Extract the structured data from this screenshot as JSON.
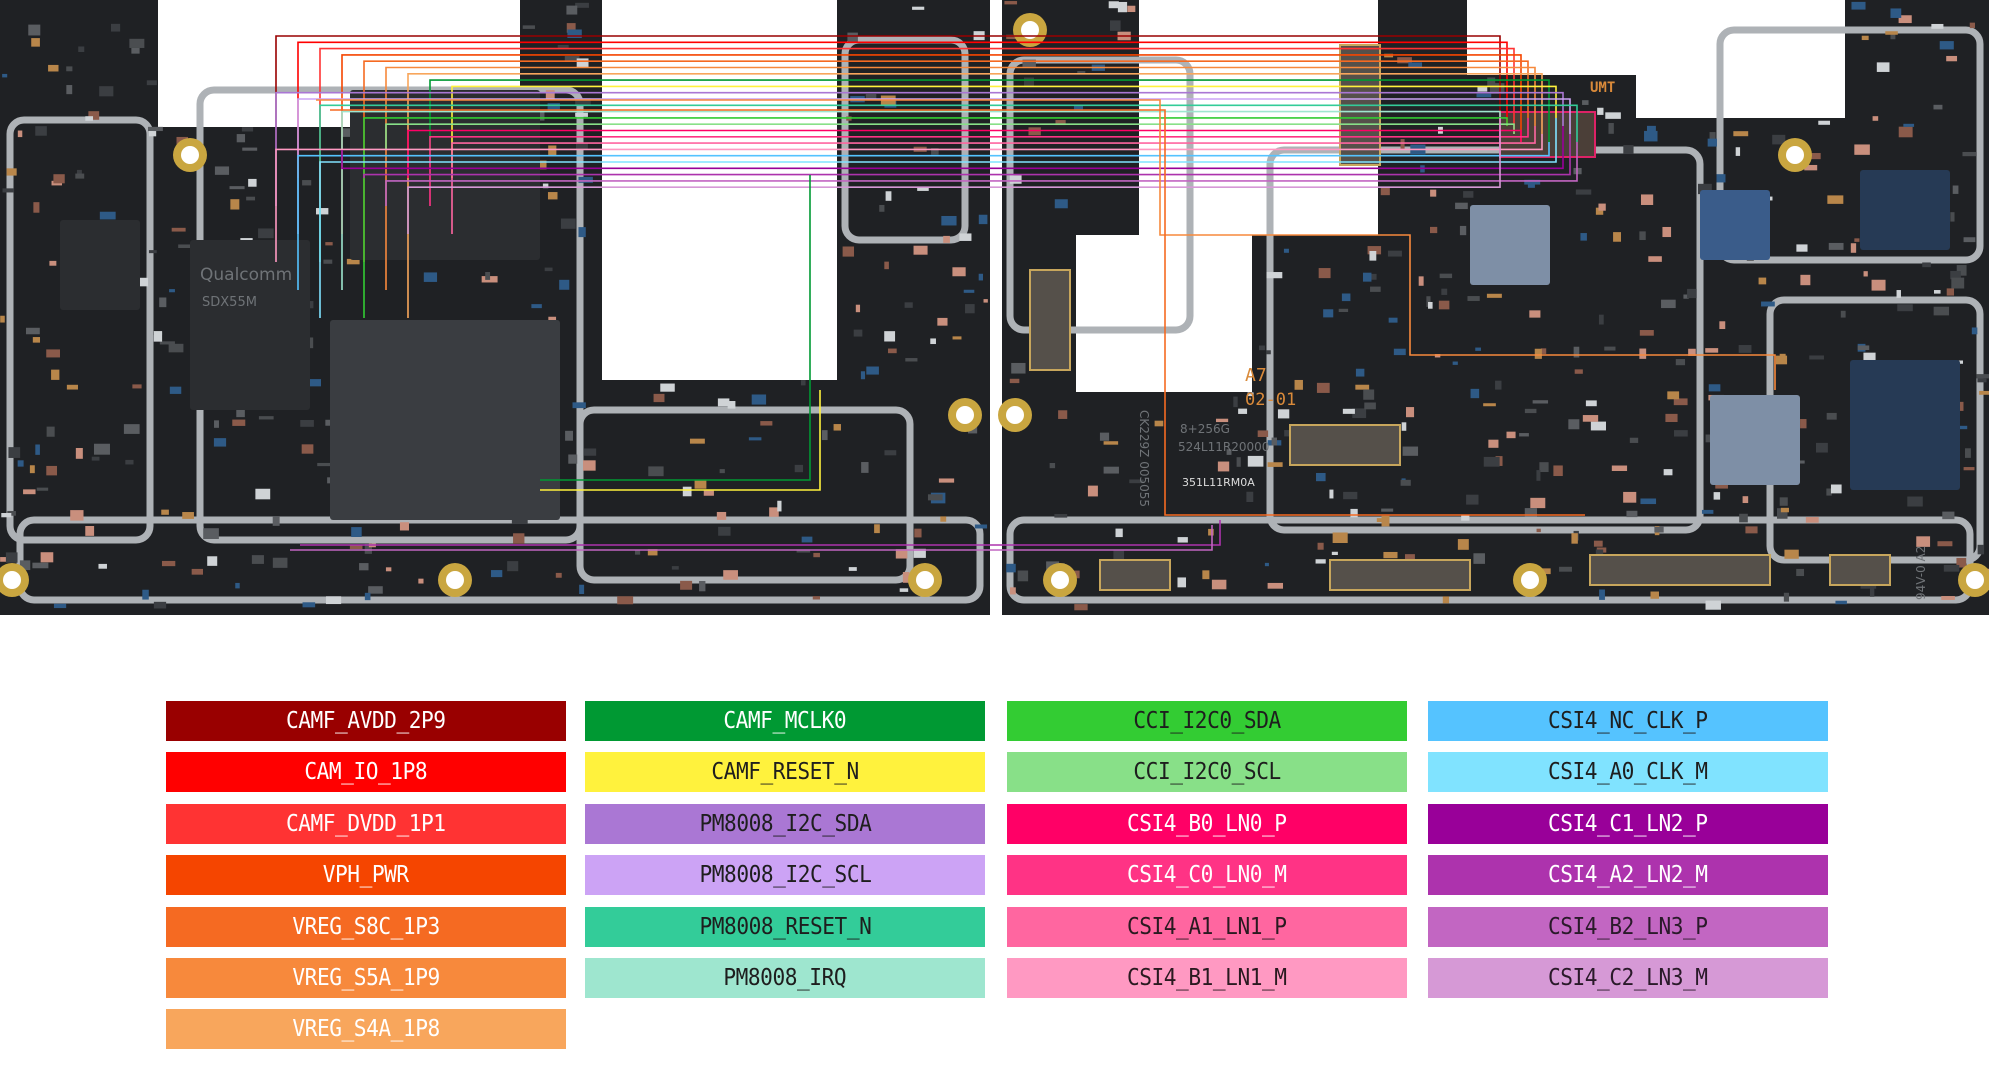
{
  "board": {
    "labels": {
      "rev": "A7",
      "date": "02-01",
      "maker": "UMT",
      "part_a": "351L11RM0A",
      "part_b": "524L11R20000",
      "lot": "CK229Z 005055",
      "mem": "8+256G",
      "chip_brand": "Qualcomm",
      "chip_model": "SDX55M",
      "rating": "94V-0 A2"
    },
    "colors": {
      "pcb": "#1f2124",
      "frame": "#b9bcbf",
      "pad": "#d9b24a",
      "white": "#ffffff"
    }
  },
  "legend": {
    "columns": [
      [
        {
          "label": "CAMF_AVDD_2P9",
          "color": "#990000",
          "text_color": "#ffffff"
        },
        {
          "label": "CAM_IO_1P8",
          "color": "#ff0000",
          "text_color": "#ffffff"
        },
        {
          "label": "CAMF_DVDD_1P1",
          "color": "#ff3333",
          "text_color": "#ffffff"
        },
        {
          "label": "VPH_PWR",
          "color": "#f54500",
          "text_color": "#ffffff"
        },
        {
          "label": "VREG_S8C_1P3",
          "color": "#f56a22",
          "text_color": "#ffffff"
        },
        {
          "label": "VREG_S5A_1P9",
          "color": "#f7893c",
          "text_color": "#ffffff"
        },
        {
          "label": "VREG_S4A_1P8",
          "color": "#f8a65c",
          "text_color": "#ffffff"
        }
      ],
      [
        {
          "label": "CAMF_MCLK0",
          "color": "#009933",
          "text_color": "#ffffff"
        },
        {
          "label": "CAMF_RESET_N",
          "color": "#fff23d",
          "text_color": "#1e1e1e"
        },
        {
          "label": "PM8008_I2C_SDA",
          "color": "#aa77d4",
          "text_color": "#1e1e1e"
        },
        {
          "label": "PM8008_I2C_SCL",
          "color": "#cca3f5",
          "text_color": "#1e1e1e"
        },
        {
          "label": "PM8008_RESET_N",
          "color": "#33cc99",
          "text_color": "#1e1e1e"
        },
        {
          "label": "PM8008_IRQ",
          "color": "#9ee6cf",
          "text_color": "#1e1e1e"
        }
      ],
      [
        {
          "label": "CCI_I2C0_SDA",
          "color": "#33cc33",
          "text_color": "#1e1e1e"
        },
        {
          "label": "CCI_I2C0_SCL",
          "color": "#88e088",
          "text_color": "#1e1e1e"
        },
        {
          "label": "CSI4_B0_LN0_P",
          "color": "#ff0066",
          "text_color": "#ffffff"
        },
        {
          "label": "CSI4_C0_LN0_M",
          "color": "#ff3385",
          "text_color": "#ffffff"
        },
        {
          "label": "CSI4_A1_LN1_P",
          "color": "#ff66a0",
          "text_color": "#2a1a20"
        },
        {
          "label": "CSI4_B1_LN1_M",
          "color": "#ff99c2",
          "text_color": "#2a1a20"
        }
      ],
      [
        {
          "label": "CSI4_NC_CLK_P",
          "color": "#55c3ff",
          "text_color": "#1e1e1e"
        },
        {
          "label": "CSI4_A0_CLK_M",
          "color": "#80e3ff",
          "text_color": "#1e1e1e"
        },
        {
          "label": "CSI4_C1_LN2_P",
          "color": "#990099",
          "text_color": "#ffffff"
        },
        {
          "label": "CSI4_A2_LN2_M",
          "color": "#ad33ad",
          "text_color": "#ffffff"
        },
        {
          "label": "CSI4_B2_LN3_P",
          "color": "#c266c2",
          "text_color": "#2a1a2a"
        },
        {
          "label": "CSI4_C2_LN3_M",
          "color": "#d699d6",
          "text_color": "#2a1a2a"
        }
      ]
    ]
  }
}
